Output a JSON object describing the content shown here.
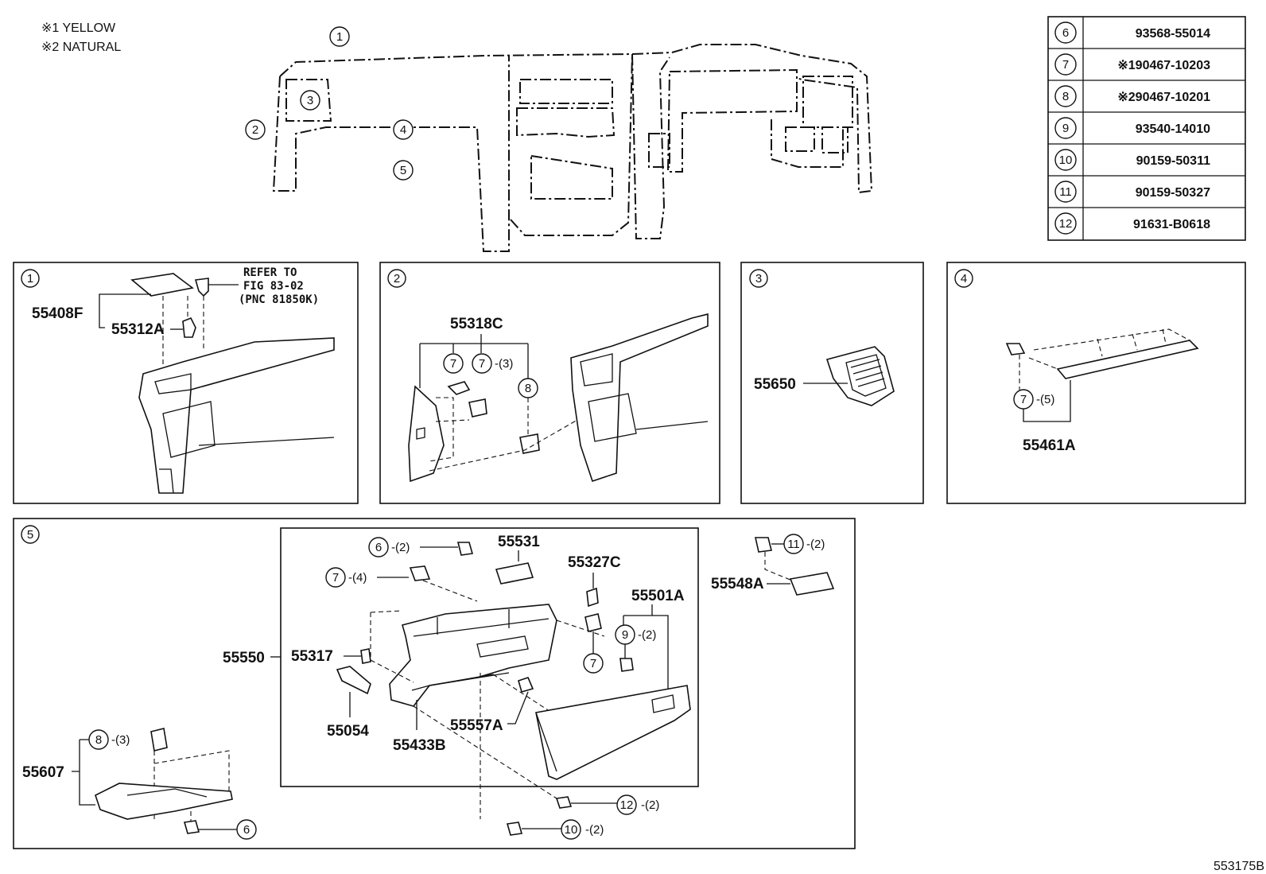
{
  "notes": [
    "※1 YELLOW",
    "※2 NATURAL"
  ],
  "drawing_id": "553175B",
  "parts_table": [
    {
      "ref": "6",
      "part": "93568-55014"
    },
    {
      "ref": "7",
      "part": "※190467-10203"
    },
    {
      "ref": "8",
      "part": "※290467-10201"
    },
    {
      "ref": "9",
      "part": "93540-14010"
    },
    {
      "ref": "10",
      "part": "90159-50311"
    },
    {
      "ref": "11",
      "part": "90159-50327"
    },
    {
      "ref": "12",
      "part": "91631-B0618"
    }
  ],
  "overview_callouts": [
    "1",
    "2",
    "3",
    "4",
    "5"
  ],
  "detail1": {
    "ref": "1",
    "refer_lines": [
      "REFER TO",
      "FIG 83-02",
      "(PNC 81850K)"
    ],
    "parts": [
      "55408F",
      "55312A"
    ]
  },
  "detail2": {
    "ref": "2",
    "parts": [
      "55318C"
    ],
    "callouts": [
      "7",
      "7",
      "8"
    ],
    "qty": "-(3)"
  },
  "detail3": {
    "ref": "3",
    "parts": [
      "55650"
    ]
  },
  "detail4": {
    "ref": "4",
    "parts": [
      "55461A"
    ],
    "callout": "7",
    "qty": "-(5)"
  },
  "detail5": {
    "ref": "5",
    "parts": [
      "55531",
      "55327C",
      "55501A",
      "55550",
      "55317",
      "55054",
      "55433B",
      "55557A",
      "55548A",
      "55607"
    ],
    "callouts": [
      {
        "ref": "6",
        "qty": "-(2)"
      },
      {
        "ref": "7",
        "qty": "-(4)"
      },
      {
        "ref": "9",
        "qty": "-(2)"
      },
      {
        "ref": "7",
        "qty": ""
      },
      {
        "ref": "11",
        "qty": "-(2)"
      },
      {
        "ref": "12",
        "qty": "-(2)"
      },
      {
        "ref": "10",
        "qty": "-(2)"
      },
      {
        "ref": "8",
        "qty": "-(3)"
      },
      {
        "ref": "6",
        "qty": ""
      }
    ]
  }
}
